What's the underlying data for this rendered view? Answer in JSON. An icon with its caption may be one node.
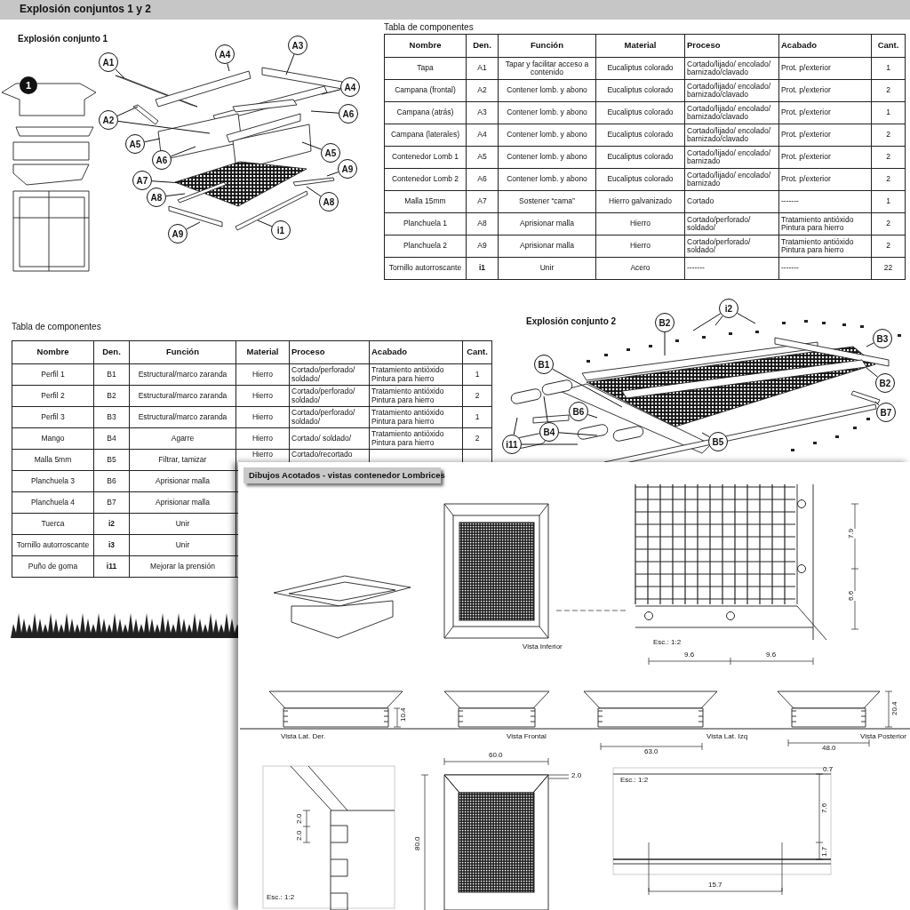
{
  "diagram": {
    "title": "Explosión conjuntos 1 y 2",
    "nodes": [
      {
        "text": [
          "A1"
        ]
      },
      {
        "text": [
          "A4"
        ]
      },
      {
        "text": [
          "A3"
        ]
      },
      {
        "text": [
          "A4"
        ]
      },
      {
        "text": [
          "A2"
        ]
      },
      {
        "text": [
          "A6"
        ]
      },
      {
        "text": [
          "A5"
        ]
      },
      {
        "text": [
          "A6"
        ]
      },
      {
        "text": [
          "A5"
        ]
      },
      {
        "text": [
          "A9"
        ]
      },
      {
        "text": [
          "A7"
        ]
      },
      {
        "text": [
          "A8"
        ]
      },
      {
        "text": [
          "A8"
        ]
      },
      {
        "text": [
          "A9"
        ]
      },
      {
        "text": [
          "i1"
        ]
      },
      {
        "text": [
          "i2"
        ]
      },
      {
        "text": [
          "B2"
        ]
      },
      {
        "text": [
          "B3"
        ]
      },
      {
        "text": [
          "B1"
        ]
      },
      {
        "text": [
          "B2"
        ]
      },
      {
        "text": [
          "B6"
        ]
      },
      {
        "text": [
          "B7"
        ]
      },
      {
        "text": [
          "B4"
        ]
      },
      {
        "text": [
          "B5"
        ]
      },
      {
        "text": [
          "i11"
        ]
      }
    ],
    "edges": [
      {
        "from": 0,
        "to": null,
        "arrow": "none"
      },
      {
        "from": 1,
        "to": null,
        "arrow": "none"
      },
      {
        "from": 2,
        "to": null,
        "arrow": "none"
      },
      {
        "from": 3,
        "to": null,
        "arrow": "none"
      },
      {
        "from": 4,
        "to": null,
        "arrow": "none"
      },
      {
        "from": 4,
        "to": null,
        "arrow": "none"
      },
      {
        "from": 5,
        "to": null,
        "arrow": "none"
      },
      {
        "from": 6,
        "to": null,
        "arrow": "none"
      },
      {
        "from": 7,
        "to": null,
        "arrow": "none"
      },
      {
        "from": 8,
        "to": null,
        "arrow": "none"
      },
      {
        "from": 9,
        "to": null,
        "arrow": "none"
      },
      {
        "from": 10,
        "to": null,
        "arrow": "none"
      },
      {
        "from": 11,
        "to": null,
        "arrow": "none"
      },
      {
        "from": 12,
        "to": null,
        "arrow": "none"
      },
      {
        "from": 13,
        "to": null,
        "arrow": "none"
      },
      {
        "from": 14,
        "to": null,
        "arrow": "none"
      },
      {
        "from": 15,
        "to": null,
        "arrow": "none"
      },
      {
        "from": 15,
        "to": null,
        "arrow": "none"
      },
      {
        "from": 15,
        "to": null,
        "arrow": "none"
      },
      {
        "from": 16,
        "to": null,
        "arrow": "none"
      },
      {
        "from": 17,
        "to": null,
        "arrow": "none"
      },
      {
        "from": 18,
        "to": null,
        "arrow": "none"
      },
      {
        "from": 19,
        "to": null,
        "arrow": "none"
      },
      {
        "from": 20,
        "to": null,
        "arrow": "none"
      },
      {
        "from": 21,
        "to": null,
        "arrow": "none"
      },
      {
        "from": 22,
        "to": null,
        "arrow": "none"
      },
      {
        "from": 22,
        "to": null,
        "arrow": "none"
      },
      {
        "from": 23,
        "to": null,
        "arrow": "none"
      },
      {
        "from": 24,
        "to": null,
        "arrow": "none"
      },
      {
        "from": 24,
        "to": null,
        "arrow": "none"
      }
    ],
    "labels": [
      "Explosión conjunto 1",
      "1",
      "Tabla de componentes",
      "Nombre",
      "Den.",
      "Función",
      "Material",
      "Proceso",
      "Acabado",
      "Cant.",
      "Tapa",
      "A1",
      "Tapar y facilitar acceso a contenido",
      "Eucaliptus colorado",
      "Cortado/lijado/ encolado/ barnizado/clavado",
      "Prot. p/exterior",
      "1",
      "Campana (frontal)",
      "A2",
      "Contener lomb. y abono",
      "Eucaliptus colorado",
      "Cortado/lijado/ encolado/ barnizado/clavado",
      "Prot. p/exterior",
      "2",
      "Campana (atrás)",
      "A3",
      "Contener lomb. y abono",
      "Eucaliptus colorado",
      "Cortado/lijado/ encolado/ barnizado/clavado",
      "Prot. p/exterior",
      "1",
      "Campana (laterales)",
      "A4",
      "Contener lomb. y abono",
      "Eucaliptus colorado",
      "Cortado/lijado/ encolado/ barnizado/clavado",
      "Prot. p/exterior",
      "2",
      "Contenedor Lomb 1",
      "A5",
      "Contener lomb. y abono",
      "Eucaliptus colorado",
      "Cortado/lijado/ encolado/ barnizado",
      "Prot. p/exterior",
      "2",
      "Contenedor Lomb 2",
      "A6",
      "Contener lomb. y abono",
      "Eucaliptus colorado",
      "Cortado/lijado/ encolado/ barnizado",
      "Prot. p/exterior",
      "2",
      "Malla 15mm",
      "A7",
      "Sostener “cama”",
      "Hierro galvanizado",
      "Cortado",
      "-------",
      "1",
      "Planchuela 1",
      "A8",
      "Aprisionar malla",
      "Hierro",
      "Cortado/perforado/ soldado/",
      "Tratamiento antióxido Pintura para hierro",
      "2",
      "Planchuela 2",
      "A9",
      "Aprisionar malla",
      "Hierro",
      "Cortado/perforado/ soldado/",
      "Tratamiento antióxido Pintura para hierro",
      "2",
      "Tornillo autorroscante",
      "i1",
      "Unir",
      "Acero",
      "-------",
      "-------",
      "22",
      "Explosión conjunto 2",
      "Tabla de componentes",
      "Nombre",
      "Den.",
      "Función",
      "Material",
      "Proceso",
      "Acabado",
      "Cant.",
      "Perfil 1",
      "B1",
      "Estructural/marco zaranda",
      "Hierro",
      "Cortado/perforado/ soldado/",
      "Tratamiento antióxido Pintura para hierro",
      "1",
      "Perfil 2",
      "B2",
      "Estructural/marco zaranda",
      "Hierro",
      "Cortado/perforado/ soldado/",
      "Tratamiento antióxido Pintura para hierro",
      "2",
      "Perfil 3",
      "B3",
      "Estructural/marco zaranda",
      "Hierro",
      "Cortado/perforado/ soldado/",
      "Tratamiento antióxido Pintura para hierro",
      "1",
      "Mango",
      "B4",
      "Agarre",
      "Hierro",
      "Cortado/ soldado/",
      "Tratamiento antióxido Pintura para hierro",
      "2",
      "Malla 5mm",
      "B5",
      "Filtrar, tamizar",
      "Hierro",
      "Cortado/recortado",
      "Planchuela 3",
      "B6",
      "Aprisionar malla",
      "Planchuela 4",
      "B7",
      "Aprisionar malla",
      "Tuerca",
      "i2",
      "Unir",
      "Tornillo autorroscante",
      "i3",
      "Unir",
      "Puño de goma",
      "i11",
      "Mejorar la prensión",
      "Dibujos Acotados - vistas contenedor Lombrices",
      "Vista Inferior",
      "7.9",
      "6.6",
      "Esc.: 1:2",
      "9.6",
      "9.6",
      "Vista Lat. Der.",
      "10.4",
      "Vista Frontal",
      "63.0",
      "Vista Lat. Izq",
      "20.4",
      "Vista Posterior",
      "48.0",
      "2.0",
      "2.0",
      "Esc.: 1:2",
      "60.0",
      "2.0",
      "80.0",
      "Esc.: 1:2",
      "0.7",
      "7.6",
      "1.7",
      "15.7"
    ]
  }
}
